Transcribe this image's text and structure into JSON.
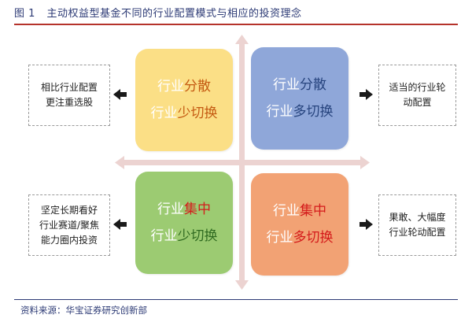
{
  "figure": {
    "number": "图 1",
    "title": "主动权益型基金不同的行业配置模式与相应的投资理念"
  },
  "quadrants": {
    "top_left": {
      "line1": {
        "prefix": "行业",
        "highlight": "分散"
      },
      "line2": {
        "prefix": "行业",
        "highlight": "少",
        "suffix": "切换"
      }
    },
    "top_right": {
      "line1": {
        "prefix": "行业",
        "highlight": "分散"
      },
      "line2": {
        "prefix": "行业",
        "highlight": "多",
        "suffix": "切换"
      }
    },
    "bottom_left": {
      "line1": {
        "prefix": "行业",
        "highlight": "集中"
      },
      "line2": {
        "prefix": "行业",
        "highlight": "少",
        "suffix": "切换"
      }
    },
    "bottom_right": {
      "line1": {
        "prefix": "行业",
        "highlight": "集中"
      },
      "line2": {
        "prefix": "行业",
        "highlight": "多",
        "suffix": "切换"
      }
    }
  },
  "side_boxes": {
    "top_left": [
      "相比行业配置",
      "更注重选股"
    ],
    "top_right": [
      "适当的行业轮",
      "动配置"
    ],
    "bottom_left": [
      "坚定长期看好",
      "行业赛道/聚焦",
      "能力圈内投资"
    ],
    "bottom_right": [
      "果敢、大幅度",
      "行业轮动配置"
    ]
  },
  "colors": {
    "top_left_fill": "#fbdf86",
    "top_right_fill": "#8fa7d9",
    "bottom_left_fill": "#9ccb72",
    "bottom_right_fill": "#f2a274",
    "highlight_orange": "#c45a12",
    "highlight_blue": "#27447e",
    "highlight_green": "#2f6a20",
    "highlight_red": "#d41b1b",
    "axis_color": "#ecd3d1",
    "title_color": "#2c3a75",
    "rule_red": "#b5332b"
  },
  "source": "资料来源：华宝证券研究创新部"
}
